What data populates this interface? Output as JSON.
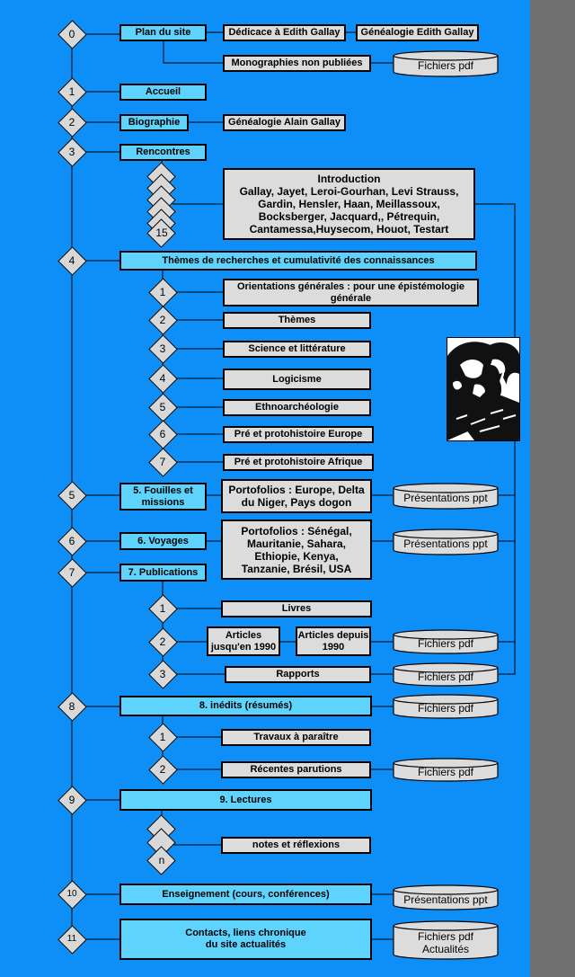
{
  "diagram": {
    "nodes": {
      "n0": "0",
      "n1": "1",
      "n2": "2",
      "n3": "3",
      "n4": "4",
      "n5": "5",
      "n6": "6",
      "n7": "7",
      "n8": "8",
      "n9": "9",
      "n10": "10",
      "n11": "11",
      "r15": "15",
      "t1": "1",
      "t2": "2",
      "t3": "3",
      "t4": "4",
      "t5": "5",
      "t6": "6",
      "t7": "7",
      "p1": "1",
      "p2": "2",
      "p3": "3",
      "i1": "1",
      "i2": "2",
      "ln": "n"
    },
    "boxes": {
      "plan": "Plan du site",
      "dedicace": "Dédicace à Edith Gallay",
      "genea_edith": "Généalogie Edith Gallay",
      "monographies": "Monographies non publiées",
      "accueil": "Accueil",
      "biographie": "Biographie",
      "genea_alain": "Généalogie Alain Gallay",
      "rencontres": "Rencontres",
      "intro_title": "Introduction",
      "intro_body": "Gallay, Jayet, Leroi-Gourhan, Levi Strauss, Gardin, Hensler, Haan, Meillassoux, Bocksberger, Jacquard,, Pétrequin, Cantamessa,Huysecom, Houot, Testart",
      "themes_rech": "Thèmes de recherches et cumulativité des connaissances",
      "orientations": "Orientations générales : pour une épistémologie générale",
      "themes": "Thèmes",
      "science": "Science et littérature",
      "logicisme": "Logicisme",
      "ethno": "Ethnoarchéologie",
      "pre_europe": "Pré et protohistoire Europe",
      "pre_afrique": "Pré et protohistoire Afrique",
      "fouilles": "5. Fouilles et missions",
      "porto_europe": "Portofolios : Europe, Delta du Niger, Pays dogon",
      "voyages": "6. Voyages",
      "porto_senegal": "Portofolios : Sénégal, Mauritanie, Sahara, Ethiopie, Kenya, Tanzanie, Brésil, USA",
      "publications": "7. Publications",
      "livres": "Livres",
      "articles_1990": "Articles jusqu'en 1990",
      "articles_depuis": "Articles depuis 1990",
      "rapports": "Rapports",
      "inedits": "8. inédits (résumés)",
      "travaux": "Travaux à paraître",
      "recentes": "Récentes parutions",
      "lectures": "9. Lectures",
      "notes": "notes et réflexions",
      "enseignement": "Enseignement (cours, conférences)",
      "contacts": "Contacts, liens chronique du site actualités"
    },
    "cylinders": {
      "pdf1": "Fichiers pdf",
      "ppt1": "Présentations ppt",
      "ppt2": "Présentations ppt",
      "pdf2": "Fichiers pdf",
      "pdf3": "Fichiers pdf",
      "pdf4": "Fichiers pdf",
      "pdf5": "Fichiers pdf",
      "ppt3": "Présentations ppt",
      "pdf6": "Fichiers pdf Actualités"
    },
    "colors": {
      "background": "#0d8ff7",
      "sidebar": "#6f6f6f",
      "primary_box": "#5ed3fd",
      "secondary_box": "#dcdcdc",
      "diamond": "#d8d8d8"
    }
  }
}
